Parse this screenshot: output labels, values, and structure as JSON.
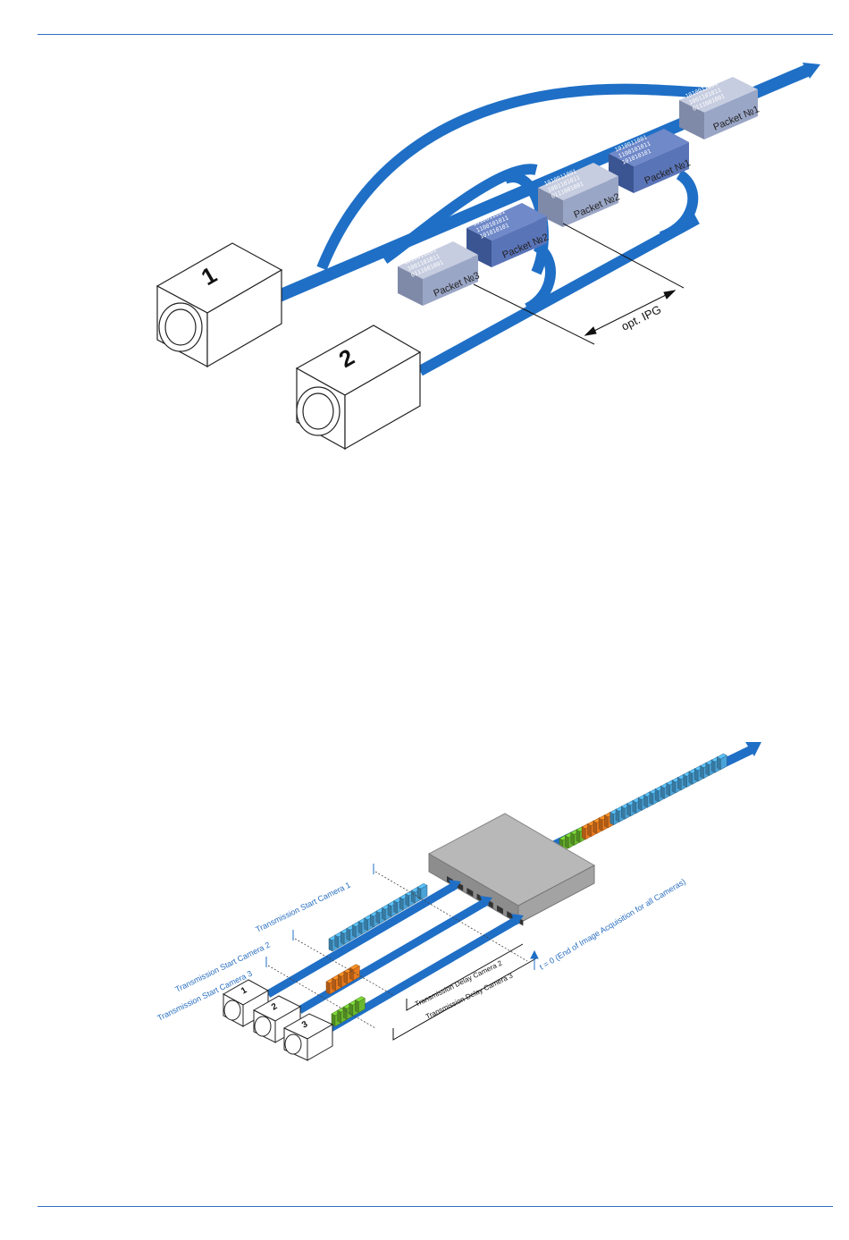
{
  "figure1": {
    "cameras": [
      "1",
      "2"
    ],
    "packets": [
      {
        "label": "Packet №1",
        "stream": "camera-2",
        "color": "#5a74b8"
      },
      {
        "label": "Packet №1",
        "stream": "camera-1",
        "color": "#9aa6c6"
      },
      {
        "label": "Packet №2",
        "stream": "camera-1",
        "color": "#9aa6c6"
      },
      {
        "label": "Packet №2",
        "stream": "camera-2",
        "color": "#5a74b8"
      },
      {
        "label": "Packet №3",
        "stream": "camera-1",
        "color": "#9aa6c6"
      }
    ],
    "binary_text": [
      "1010011001",
      "1001101011",
      "0111001001",
      "1100101011",
      "101010101"
    ],
    "ipg_label": "opt. IPG"
  },
  "figure2": {
    "cameras": [
      "1",
      "2",
      "3"
    ],
    "labels": {
      "start_cam1": "Transmission Start Camera 1",
      "start_cam2": "Transmission Start Camera 2",
      "start_cam3": "Transmission Start Camera 3",
      "delay_cam2": "Transmission Delay Camera 2",
      "delay_cam3": "Transmission Delay Camera 3",
      "t_zero": "t = 0 (End of Image Acquisition for all Cameras)"
    },
    "colors": {
      "cam1": "#4aa3d8",
      "cam2": "#e87a1e",
      "cam3": "#6ab82e",
      "cable": "#1f6fc6"
    }
  }
}
